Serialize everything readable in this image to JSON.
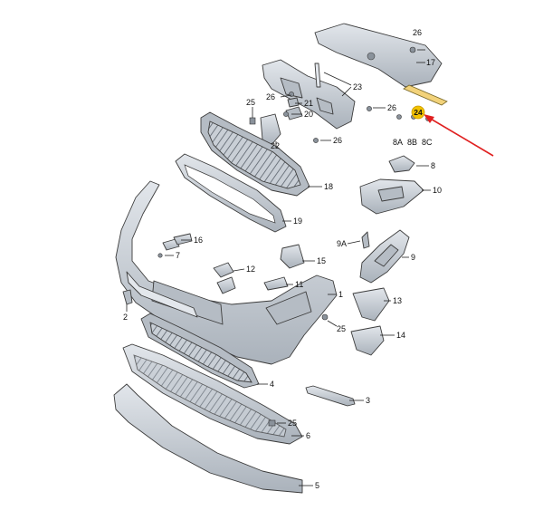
{
  "diagram": {
    "labels": [
      {
        "id": "l26a",
        "text": "26"
      },
      {
        "id": "l17",
        "text": "17"
      },
      {
        "id": "l23",
        "text": "23"
      },
      {
        "id": "l26b",
        "text": "26"
      },
      {
        "id": "l25a",
        "text": "25"
      },
      {
        "id": "l20",
        "text": "20"
      },
      {
        "id": "l21",
        "text": "21"
      },
      {
        "id": "l26c",
        "text": "26"
      },
      {
        "id": "l22",
        "text": "22"
      },
      {
        "id": "l26d",
        "text": "26"
      },
      {
        "id": "l8a",
        "text": "8A"
      },
      {
        "id": "l8b",
        "text": "8B"
      },
      {
        "id": "l8c",
        "text": "8C"
      },
      {
        "id": "l8",
        "text": "8"
      },
      {
        "id": "l18",
        "text": "18"
      },
      {
        "id": "l10",
        "text": "10"
      },
      {
        "id": "l19",
        "text": "19"
      },
      {
        "id": "l16",
        "text": "16"
      },
      {
        "id": "l9a",
        "text": "9A"
      },
      {
        "id": "l7",
        "text": "7"
      },
      {
        "id": "l9",
        "text": "9"
      },
      {
        "id": "l15",
        "text": "15"
      },
      {
        "id": "l12",
        "text": "12"
      },
      {
        "id": "l11",
        "text": "11"
      },
      {
        "id": "l1",
        "text": "1"
      },
      {
        "id": "l13",
        "text": "13"
      },
      {
        "id": "l2",
        "text": "2"
      },
      {
        "id": "l25b",
        "text": "25"
      },
      {
        "id": "l14",
        "text": "14"
      },
      {
        "id": "l4",
        "text": "4"
      },
      {
        "id": "l3",
        "text": "3"
      },
      {
        "id": "l25c",
        "text": "25"
      },
      {
        "id": "l6",
        "text": "6"
      },
      {
        "id": "l5",
        "text": "5"
      }
    ],
    "highlight": {
      "text": "24",
      "color": "#f2c200"
    },
    "arrow_color": "#e02020"
  }
}
